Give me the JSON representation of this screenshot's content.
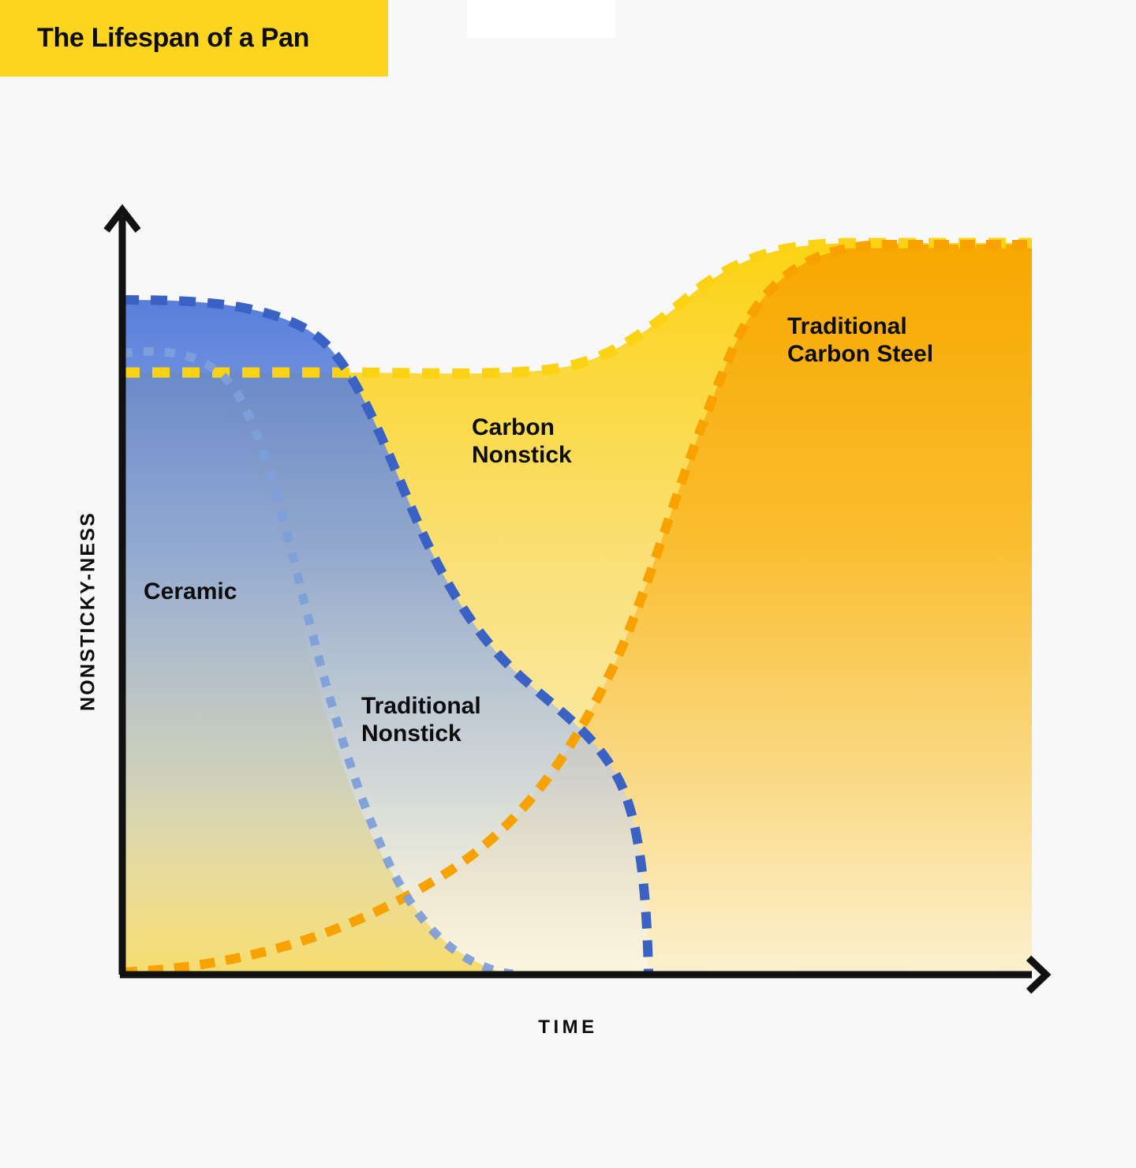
{
  "header": {
    "title": "The Lifespan of a Pan",
    "banner_color": "#FDD41E",
    "logo_plate": "logo-plate"
  },
  "page": {
    "background_color": "#F8F8F8",
    "text_color": "#0D0D0D"
  },
  "axes": {
    "y_label": "NONSTICKY-NESS",
    "x_label": "TIME"
  },
  "series_labels": {
    "carbon_steel": "Traditional\nCarbon Steel",
    "carbon_nonstick": "Carbon\nNonstick",
    "traditional_nonstick": "Traditional\nNonstick",
    "ceramic": "Ceramic"
  },
  "chart_data": {
    "type": "area",
    "title": "The Lifespan of a Pan",
    "xlabel": "TIME",
    "ylabel": "NONSTICKY-NESS",
    "xlim": [
      0,
      100
    ],
    "ylim": [
      0,
      100
    ],
    "grid": false,
    "legend": "inline-labels",
    "axis_ticks": "none",
    "note": "Qualitative conceptual chart: axes are unlabeled/unitless. Values are normalized 0-100 read off curve positions.",
    "series": [
      {
        "name": "Carbon Nonstick",
        "color": "#FDD41E",
        "line_style": "dashed",
        "fill": "yellow-gradient",
        "x": [
          0,
          10,
          20,
          28,
          35,
          45,
          55,
          62,
          70,
          78,
          85,
          92,
          100
        ],
        "values": [
          89,
          89,
          89,
          89,
          88,
          87,
          88,
          91,
          96,
          99,
          100,
          100,
          100
        ]
      },
      {
        "name": "Traditional Carbon Steel",
        "color": "#F5A201",
        "line_style": "dashed",
        "fill": "orange-gradient",
        "x": [
          0,
          10,
          20,
          30,
          40,
          48,
          55,
          60,
          66,
          72,
          80,
          90,
          100
        ],
        "values": [
          0,
          2,
          5,
          10,
          18,
          26,
          36,
          45,
          62,
          80,
          95,
          100,
          100
        ]
      },
      {
        "name": "Traditional Nonstick",
        "color": "#3A62C4",
        "line_style": "dashed",
        "fill": "blue-gradient",
        "x": [
          0,
          10,
          18,
          24,
          28,
          34,
          40,
          48,
          54,
          58,
          60,
          62,
          64,
          65
        ],
        "values": [
          100,
          99,
          97,
          92,
          84,
          66,
          50,
          36,
          30,
          28,
          24,
          14,
          4,
          0
        ]
      },
      {
        "name": "Ceramic",
        "color": "#8FAEDC",
        "line_style": "dotted",
        "fill": "none",
        "x": [
          0,
          4,
          8,
          11,
          14,
          18,
          22,
          26,
          31,
          36,
          40,
          43,
          45
        ],
        "values": [
          93,
          94,
          93,
          88,
          74,
          55,
          38,
          26,
          15,
          8,
          3,
          1,
          0
        ]
      }
    ]
  },
  "colors": {
    "brand_yellow": "#FDD41E",
    "orange": "#F5A201",
    "deep_orange": "#F59E00",
    "blue": "#3A62C4",
    "light_blue": "#8FAEDC",
    "axis_black": "#111111",
    "background": "#F8F8F8"
  }
}
